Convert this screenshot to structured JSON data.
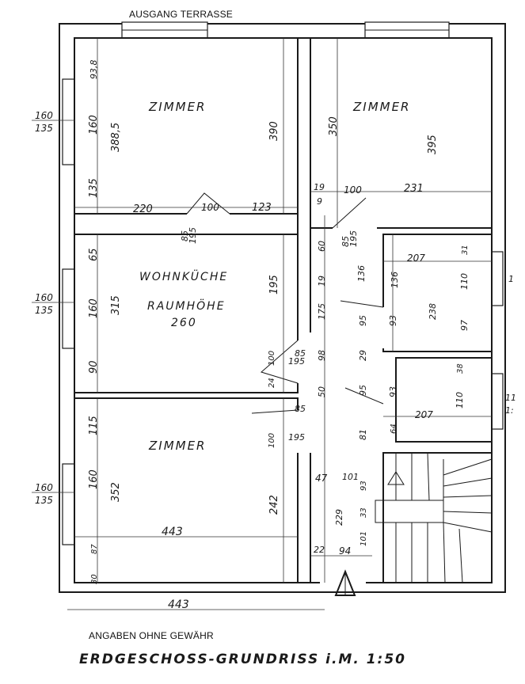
{
  "header": {
    "exit_label": "AUSGANG TERRASSE"
  },
  "footer": {
    "disclaimer": "ANGABEN OHNE GEWÄHR",
    "title": "ERDGESCHOSS-GRUNDRISS i.M. 1:50"
  },
  "rooms": {
    "room_top_left": "ZIMMER",
    "room_top_right": "ZIMMER",
    "kitchen": "WOHNKÜCHE",
    "kitchen_height_label": "RAUMHÖHE",
    "kitchen_height_value": "260",
    "room_bottom_left": "ZIMMER"
  },
  "dimensions": {
    "d_93_8": "93,8",
    "d_160_top": "160",
    "d_388_5": "388,5",
    "d_135_top": "135",
    "d_390": "390",
    "d_350": "350",
    "d_395": "395",
    "d_220": "220",
    "d_100_a": "100",
    "d_123": "123",
    "d_19_a": "19",
    "d_9": "9",
    "d_100_b": "100",
    "d_231": "231",
    "d_85_195_a": "85",
    "d_195_a": "195",
    "d_85_195_b": "85",
    "d_195_b": "195",
    "d_win_160_a": "160",
    "d_win_135_a": "135",
    "d_65": "65",
    "d_160_mid": "160",
    "d_315": "315",
    "d_90": "90",
    "d_195_k": "195",
    "d_60": "60",
    "d_19_b": "19",
    "d_175": "175",
    "d_136_a": "136",
    "d_136_b": "136",
    "d_207_a": "207",
    "d_31": "31",
    "d_110_a": "110",
    "d_238": "238",
    "d_93_a": "93",
    "d_97": "97",
    "d_win_160_b": "160",
    "d_win_135_b": "135",
    "d_100_c": "100",
    "d_85_c": "85",
    "d_195_c": "195",
    "d_98": "98",
    "d_29": "29",
    "d_24": "24",
    "d_50": "50",
    "d_95_a": "95",
    "d_95_b": "95",
    "d_93_b": "93",
    "d_38": "38",
    "d_110_b": "110",
    "d_207_b": "207",
    "d_115": "115",
    "d_100_d": "100",
    "d_85_d": "85",
    "d_195_d": "195",
    "d_81": "81",
    "d_64": "64",
    "d_win_160_c": "160",
    "d_win_135_c": "135",
    "d_352": "352",
    "d_242": "242",
    "d_47": "47",
    "d_101_a": "101",
    "d_93_c": "93",
    "d_229": "229",
    "d_33": "33",
    "d_101_b": "101",
    "d_443_a": "443",
    "d_87": "87",
    "d_30": "30",
    "d_22": "22",
    "d_94": "94",
    "d_443_b": "443",
    "d_win_r_1": "1",
    "d_win_r_11": "11",
    "d_win_r_13": "1:"
  }
}
